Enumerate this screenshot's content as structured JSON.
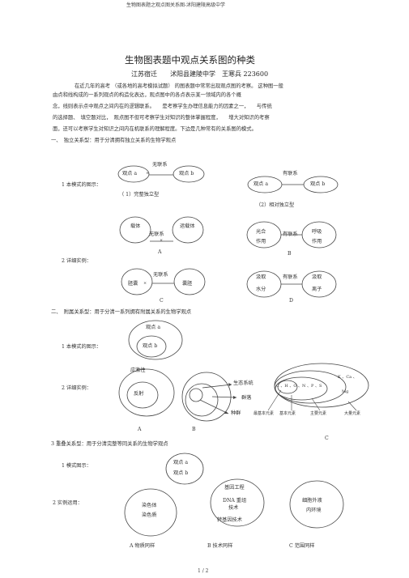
{
  "header": "生物图表题之观点图关系图-沭阳建陵高级中学",
  "title": "生物图表题中观点关系图的种类",
  "author": "江苏宿迁　　沭阳县建陵中学　王寒兵 223600",
  "intro": [
    "在近几年的高考 （或各地的高考模拟试题） 的图表题中常常出现观点图的考察。 这种图一般",
    "由点和线构成的一系列观点的构造化表达，观点图中的各点表示某一领域内的各个概",
    "念，线则表示点中观点之间内在的逻辑联系。　　是考察学生办理信息能力的因素之一，　　与传统",
    "的选择题、　填空题对比，　观点图不但可考察学生对知识的整体掌握程度，　　增大对知识的考察",
    "面，还可以考察学生对知识之间内在机联系的理解程度。下边是几种常有的关系图的模式。"
  ],
  "section1": {
    "heading": "一、　独立关系型：用于分清拥有独立关系的生物学观点",
    "mode_label": "1 本模式的图示：",
    "d1": {
      "a": "观点 a",
      "b": "观点 b",
      "rel": "无联系",
      "cross": "×",
      "caption": "（ 1）完整独立型"
    },
    "d2": {
      "a": "观点 a",
      "b": "观点 b",
      "rel": "有联系",
      "caption": "（2）相对独立型"
    },
    "detail_label": "2 详细实例：",
    "ex_a": {
      "left": "载体",
      "right": "运载体",
      "rel": "无联系",
      "cross": "×",
      "letter": "A"
    },
    "ex_b": {
      "left1": "光合",
      "left2": "作用",
      "right1": "呼吸",
      "right2": "作用",
      "rel": "有联系",
      "letter": "B"
    },
    "ex_c": {
      "left": "胚囊",
      "right": "囊胚",
      "rel": "无联系",
      "cross": "×",
      "letter": "C"
    },
    "ex_d": {
      "left1": "汲取",
      "left2": "水分",
      "right1": "汲取",
      "right2": "离子",
      "rel": "有联系",
      "letter": "D"
    }
  },
  "section2": {
    "heading": "二、　附属关系型：用于分清一系列拥有附属关系的生物学观点",
    "mode_label": "1 本模式的图示：",
    "outer": "观点 a",
    "inner": "观点 b",
    "detail_label": "2 详细实例：",
    "ex_a": {
      "outer": "应激性",
      "inner": "反射",
      "letter": "A"
    },
    "ex_b": {
      "labels": [
        "生态系统",
        "群落",
        "种群"
      ],
      "letter": "B"
    },
    "ex_c": {
      "elements": "C 、H 、O 、N 、P 、S",
      "k_ca": "K 、Ca 、",
      "mg": "Mg",
      "bottom": [
        "最基本元素",
        "基本元素",
        "主要元素",
        "大量元素"
      ],
      "letter": "C"
    }
  },
  "section3": {
    "heading": "3  重叠关系型：用于分清完整等同关系的生物学观点",
    "mode_label": "1 模式图示：",
    "a": "观点 a",
    "b": "观点 b",
    "example_label": "2 实例运用：",
    "ex_a": {
      "line1": "染色体",
      "line2": "染色质",
      "caption": "A  物质同样"
    },
    "ex_b": {
      "line1": "基因工程",
      "line2": "DNA 重组",
      "line3": "技术",
      "line4": "转基因技术",
      "caption": "B  技术同样"
    },
    "ex_c": {
      "line1": "细胞外液",
      "line2": "内环境",
      "caption": "C 范围同样"
    }
  },
  "footer": "1 / 2"
}
